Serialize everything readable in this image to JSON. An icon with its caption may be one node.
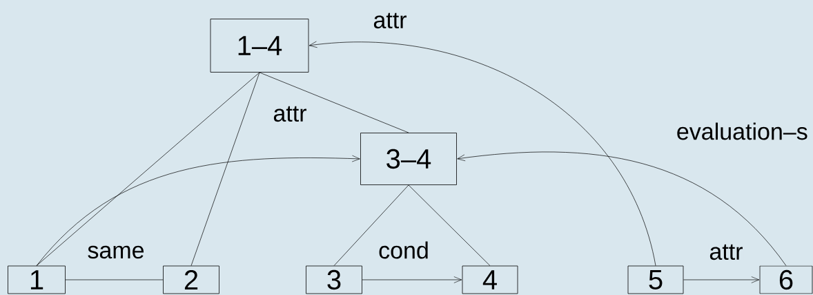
{
  "diagram": {
    "nodes": [
      {
        "text": [
          "1–4"
        ]
      },
      {
        "text": [
          "3–4"
        ]
      },
      {
        "text": [
          "1"
        ]
      },
      {
        "text": [
          "2"
        ]
      },
      {
        "text": [
          "3"
        ]
      },
      {
        "text": [
          "4"
        ]
      },
      {
        "text": [
          "5"
        ]
      },
      {
        "text": [
          "6"
        ]
      }
    ],
    "edges": [
      {
        "from": 0,
        "to": 2,
        "arrow": "none"
      },
      {
        "from": 0,
        "to": 3,
        "arrow": "none"
      },
      {
        "from": 0,
        "to": 1,
        "arrow": "none"
      },
      {
        "from": 1,
        "to": 4,
        "arrow": "none"
      },
      {
        "from": 1,
        "to": 5,
        "arrow": "none"
      },
      {
        "from": 2,
        "to": 3,
        "arrow": "none",
        "label": "same"
      },
      {
        "from": 4,
        "to": 5,
        "arrow": "to",
        "label": "cond"
      },
      {
        "from": 2,
        "to": 1,
        "arrow": "to",
        "label": "attr"
      },
      {
        "from": 6,
        "to": 0,
        "arrow": "to",
        "label": "attr"
      },
      {
        "from": 7,
        "to": 1,
        "arrow": "to",
        "label": "evaluation–s"
      },
      {
        "from": 6,
        "to": 7,
        "arrow": "to",
        "label": "attr"
      }
    ]
  }
}
